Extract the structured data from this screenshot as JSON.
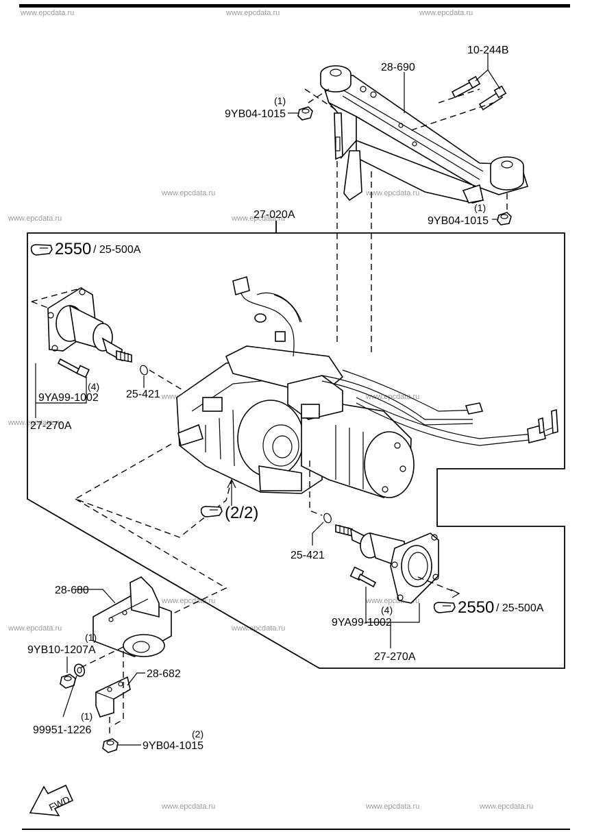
{
  "watermarks": [
    "www.epcdata.ru"
  ],
  "labels": {
    "bracket_top": "28-690",
    "bolt_top": "10-244B",
    "nut_left_qty": "(1)",
    "nut_left": "9YB04-1015",
    "nut_right_qty": "(1)",
    "nut_right": "9YB04-1015",
    "assembly": "27-020A",
    "ref_upper_num": "2550",
    "ref_upper_code": "/ 25-500A",
    "bolt_left_qty": "(4)",
    "bolt_left": "9YA99-1002",
    "flange_left": "27-270A",
    "oring_left": "25-421",
    "ref_mid": "(2/2)",
    "oring_right": "25-421",
    "bolt_right_qty": "(4)",
    "bolt_right": "9YA99-1002",
    "flange_right": "27-270A",
    "ref_lower_num": "2550",
    "ref_lower_code": "/ 25-500A",
    "mount": "28-680",
    "nut_mount_qty": "(1)",
    "nut_mount": "9YB10-1207A",
    "washer_qty": "(1)",
    "washer": "99951-1226",
    "bracket_small": "28-682",
    "nut_bottom_qty": "(2)",
    "nut_bottom": "9YB04-1015",
    "fwd": "FWD"
  }
}
